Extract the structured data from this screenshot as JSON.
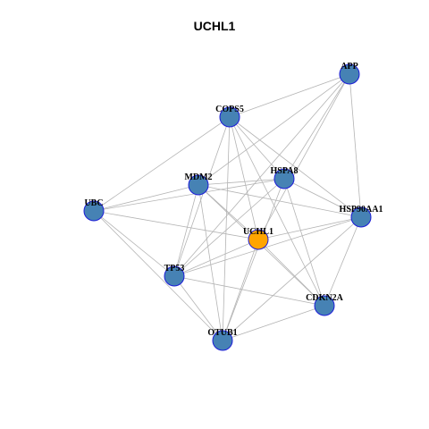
{
  "title": "UCHL1",
  "colors": {
    "node_fill": "#4682b4",
    "node_stroke": "#1c1cd8",
    "hub_fill": "#ffa500",
    "edge": "#b4b4b4"
  },
  "nodes": [
    {
      "id": "APP",
      "label": "APP",
      "hub": false
    },
    {
      "id": "COPS5",
      "label": "COPS5",
      "hub": false
    },
    {
      "id": "HSPA8",
      "label": "HSPA8",
      "hub": false
    },
    {
      "id": "MDM2",
      "label": "MDM2",
      "hub": false
    },
    {
      "id": "UBC",
      "label": "UBC",
      "hub": false
    },
    {
      "id": "HSP90AA1",
      "label": "HSP90AA1",
      "hub": false
    },
    {
      "id": "UCHL1",
      "label": "UCHL1",
      "hub": true
    },
    {
      "id": "TP53",
      "label": "TP53",
      "hub": false
    },
    {
      "id": "CDKN2A",
      "label": "CDKN2A",
      "hub": false
    },
    {
      "id": "OTUB1",
      "label": "OTUB1",
      "hub": false
    }
  ],
  "edges": [
    [
      "APP",
      "COPS5"
    ],
    [
      "APP",
      "MDM2"
    ],
    [
      "APP",
      "HSPA8"
    ],
    [
      "APP",
      "HSP90AA1"
    ],
    [
      "APP",
      "UCHL1"
    ],
    [
      "APP",
      "TP53"
    ],
    [
      "COPS5",
      "UBC"
    ],
    [
      "COPS5",
      "HSPA8"
    ],
    [
      "COPS5",
      "HSP90AA1"
    ],
    [
      "COPS5",
      "TP53"
    ],
    [
      "COPS5",
      "UCHL1"
    ],
    [
      "COPS5",
      "CDKN2A"
    ],
    [
      "COPS5",
      "OTUB1"
    ],
    [
      "HSPA8",
      "UBC"
    ],
    [
      "HSPA8",
      "MDM2"
    ],
    [
      "HSPA8",
      "HSP90AA1"
    ],
    [
      "HSPA8",
      "TP53"
    ],
    [
      "HSPA8",
      "CDKN2A"
    ],
    [
      "HSPA8",
      "OTUB1"
    ],
    [
      "MDM2",
      "UBC"
    ],
    [
      "MDM2",
      "HSP90AA1"
    ],
    [
      "MDM2",
      "UCHL1"
    ],
    [
      "MDM2",
      "TP53"
    ],
    [
      "MDM2",
      "CDKN2A"
    ],
    [
      "MDM2",
      "OTUB1"
    ],
    [
      "UBC",
      "UCHL1"
    ],
    [
      "UBC",
      "TP53"
    ],
    [
      "UBC",
      "OTUB1"
    ],
    [
      "HSP90AA1",
      "UCHL1"
    ],
    [
      "HSP90AA1",
      "TP53"
    ],
    [
      "HSP90AA1",
      "CDKN2A"
    ],
    [
      "HSP90AA1",
      "OTUB1"
    ],
    [
      "UCHL1",
      "TP53"
    ],
    [
      "UCHL1",
      "CDKN2A"
    ],
    [
      "UCHL1",
      "OTUB1"
    ],
    [
      "TP53",
      "CDKN2A"
    ],
    [
      "TP53",
      "OTUB1"
    ],
    [
      "CDKN2A",
      "OTUB1"
    ]
  ]
}
